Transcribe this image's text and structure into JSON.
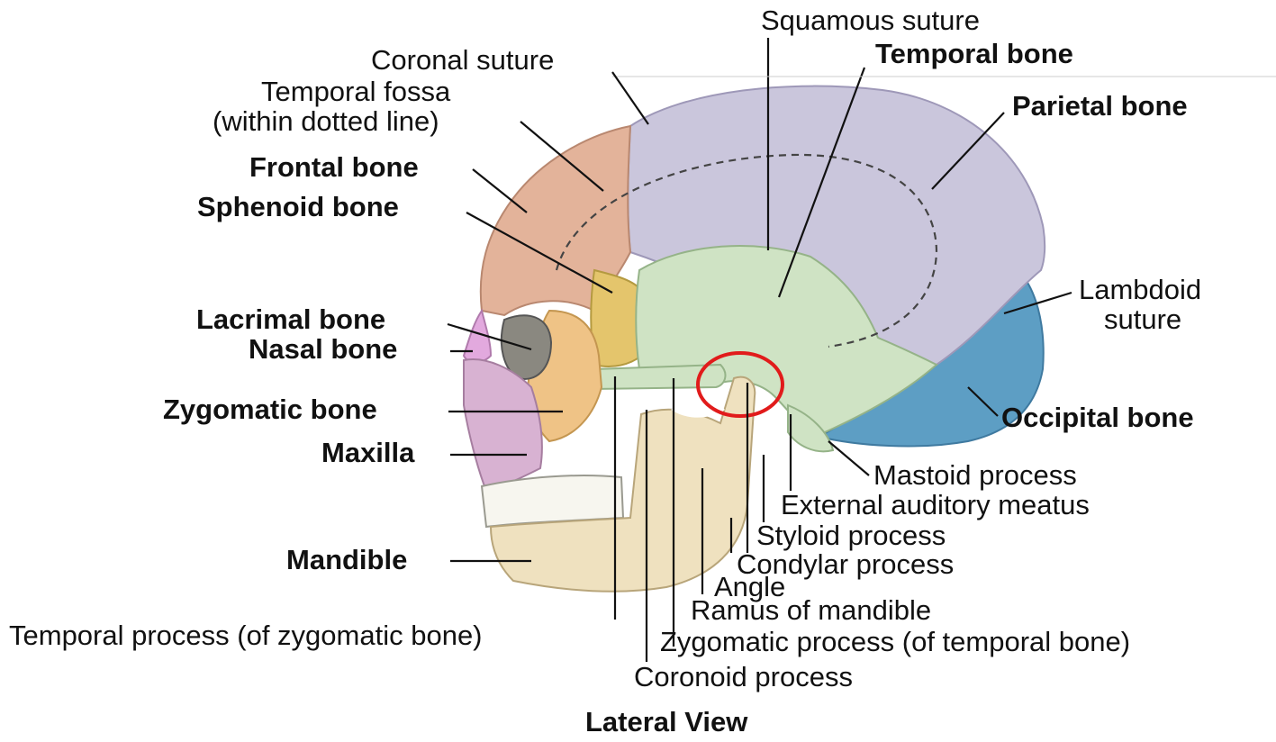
{
  "labels": {
    "squamous_suture": "Squamous suture",
    "temporal_bone": "Temporal bone",
    "coronal_suture": "Coronal suture",
    "temporal_fossa_1": "Temporal fossa",
    "temporal_fossa_2": "(within dotted line)",
    "parietal_bone": "Parietal bone",
    "frontal_bone": "Frontal bone",
    "sphenoid_bone": "Sphenoid bone",
    "lambdoid_1": "Lambdoid",
    "lambdoid_2": "suture",
    "lacrimal_bone": "Lacrimal bone",
    "nasal_bone": "Nasal bone",
    "zygomatic_bone": "Zygomatic bone",
    "occipital_bone": "Occipital bone",
    "maxilla": "Maxilla",
    "mastoid_process": "Mastoid process",
    "external_auditory_meatus": "External auditory meatus",
    "styloid_process": "Styloid process",
    "mandible": "Mandible",
    "condylar_process": "Condylar process",
    "angle": "Angle",
    "ramus_of_mandible": "Ramus of mandible",
    "temporal_process": "Temporal process (of zygomatic bone)",
    "zygomatic_process": "Zygomatic process (of temporal bone)",
    "coronoid_process": "Coronoid process"
  },
  "caption": "Lateral View",
  "colors": {
    "frontal": "#e3b39a",
    "parietal": "#cac6dc",
    "temporal": "#cfe3c4",
    "occipital": "#5d9ec4",
    "sphenoid": "#e4c56c",
    "zygomatic": "#efc386",
    "maxilla": "#d8b2d2",
    "mandible": "#efe1bf",
    "nasal": "#e2a9de",
    "highlight_circle": "#e11b1b"
  }
}
